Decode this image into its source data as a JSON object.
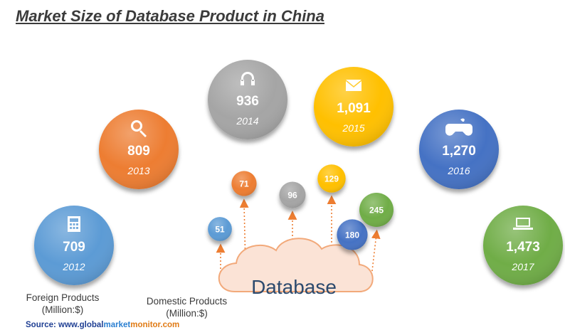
{
  "title": "Market Size of Database Product in China",
  "center_label": "Database",
  "captions": {
    "foreign_line1": "Foreign Products",
    "foreign_line2": "(Million:$)",
    "domestic_line1": "Domestic Products",
    "domestic_line2": "(Million:$)"
  },
  "source": {
    "prefix": "Source: www.",
    "brand1": "global",
    "brand2": "market",
    "suffix": "monitor.com"
  },
  "chart_data": {
    "type": "bubble",
    "title": "Market Size of Database Product in China",
    "series": [
      {
        "name": "Foreign Products (Million:$)",
        "points": [
          {
            "year": "2012",
            "value": 709,
            "label": "709",
            "color": "#5b9bd5",
            "icon": "calculator-icon"
          },
          {
            "year": "2013",
            "value": 809,
            "label": "809",
            "color": "#ed7d31",
            "icon": "search-icon"
          },
          {
            "year": "2014",
            "value": 936,
            "label": "936",
            "color": "#a5a5a5",
            "icon": "headphones-icon"
          },
          {
            "year": "2015",
            "value": 1091,
            "label": "1,091",
            "color": "#ffc000",
            "icon": "mail-icon"
          },
          {
            "year": "2016",
            "value": 1270,
            "label": "1,270",
            "color": "#4472c4",
            "icon": "gamepad-icon"
          },
          {
            "year": "2017",
            "value": 1473,
            "label": "1,473",
            "color": "#70ad47",
            "icon": "laptop-icon"
          }
        ]
      },
      {
        "name": "Domestic Products (Million:$)",
        "points": [
          {
            "year": "2012",
            "value": 51,
            "label": "51",
            "color": "#5b9bd5"
          },
          {
            "year": "2013",
            "value": 71,
            "label": "71",
            "color": "#ed7d31"
          },
          {
            "year": "2014",
            "value": 96,
            "label": "96",
            "color": "#a5a5a5"
          },
          {
            "year": "2015",
            "value": 129,
            "label": "129",
            "color": "#ffc000"
          },
          {
            "year": "2016",
            "value": 180,
            "label": "180",
            "color": "#4472c4"
          },
          {
            "year": "2017",
            "value": 245,
            "label": "245",
            "color": "#70ad47"
          }
        ]
      }
    ],
    "arrow_color": "#ed7d31",
    "cloud_color": "#fbe3d6",
    "cloud_border": "#f2a97a"
  }
}
